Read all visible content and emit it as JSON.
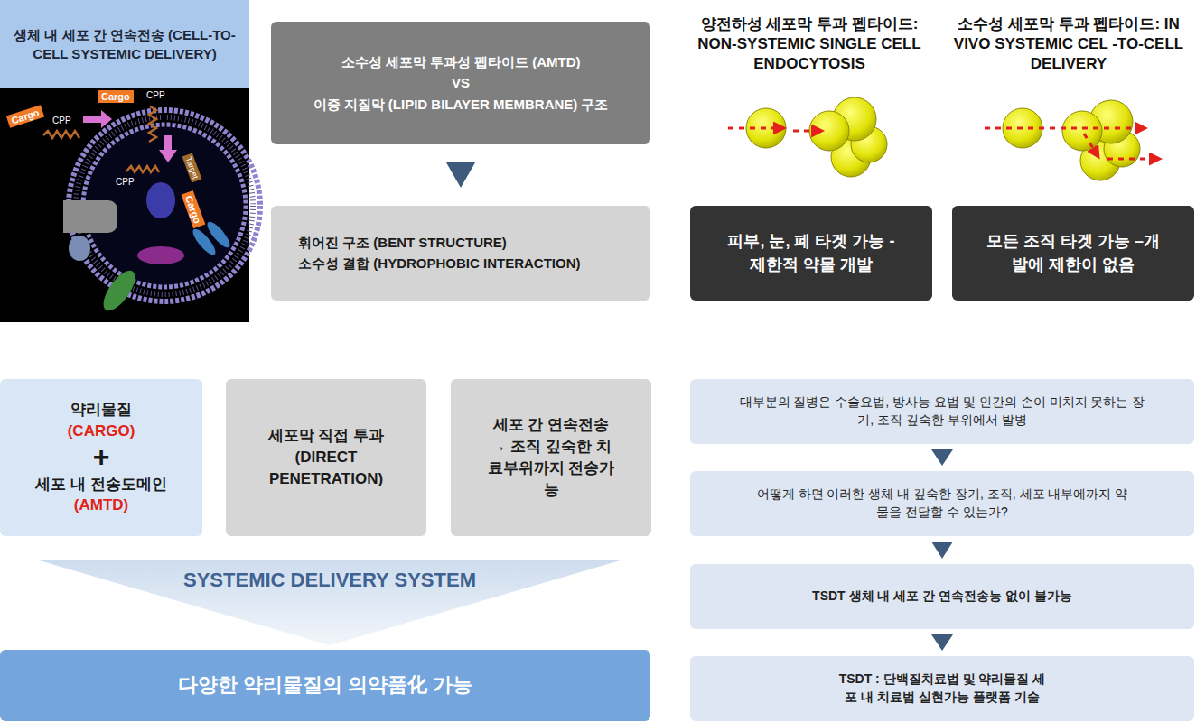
{
  "diagram": {
    "nodes": [
      {
        "text": [
          "생체 내 세포 간 연속전송 (CELL-TO-CELL SYSTEMIC DELIVERY)"
        ]
      },
      {
        "text": [
          "소수성 세포막 투과성 펩타이드 (AMTD)",
          "VS",
          "이중 지질막 (LIPID BILAYER MEMBRANE) 구조"
        ]
      },
      {
        "text": [
          "휘어진 구조 (BENT STRUCTURE)",
          "소수성 결합 (HYDROPHOBIC INTERACTION)"
        ]
      },
      {
        "text": [
          "피부, 눈, 폐 타겟 가능 -제한적 약물 개발"
        ]
      },
      {
        "text": [
          "모든 조직 타겟 가능 –개발에 제한이 없음"
        ]
      },
      {
        "text": [
          "약리물질",
          "(CARGO)",
          "+",
          "세포 내 전송도메인",
          "(AMTD)"
        ]
      },
      {
        "text": [
          "세포막 직접 투과 (DIRECT PENETRATION)"
        ]
      },
      {
        "text": [
          "세포 간 연속전송 → 조직 깊숙한 치료부위까지 전송가능"
        ]
      },
      {
        "text": [
          "SYSTEMIC DELIVERY SYSTEM"
        ]
      },
      {
        "text": [
          "다양한 약리물질의 의약품化 가능"
        ]
      },
      {
        "text": [
          "대부분의 질병은 수술요법, 방사능 요법 및 인간의 손이 미치지 못하는 장기, 조직 깊숙한 부위에서 발병"
        ]
      },
      {
        "text": [
          "어떻게 하면 이러한 생체 내 깊숙한 장기, 조직, 세포 내부에까지 약물을 전달할 수 있는가?"
        ]
      },
      {
        "text": [
          "TSDT 생체 내 세포 간 연속전송능 없이 불가능"
        ]
      },
      {
        "text": [
          "TSDT : 단백질치료법 및 약리물질 세포 내 치료법 실현가능 플랫폼 기술"
        ]
      }
    ],
    "edges": [
      {
        "from": 1,
        "to": 2,
        "arrow": "to"
      },
      {
        "from": 10,
        "to": 11,
        "arrow": "to"
      },
      {
        "from": 11,
        "to": 12,
        "arrow": "to"
      },
      {
        "from": 12,
        "to": 13,
        "arrow": "to"
      }
    ],
    "labels": [
      "양전하성 세포막 투과 펩타이드: NON-SYSTEMIC SINGLE CELL ENDOCYTOSIS",
      "소수성 세포막 투과 펩타이드: IN VIVO SYSTEMIC CEL -TO-CELL DELIVERY",
      "Cargo",
      "CPP",
      "Cargo",
      "CPP",
      "CPP",
      "Target",
      "Cargo"
    ]
  }
}
